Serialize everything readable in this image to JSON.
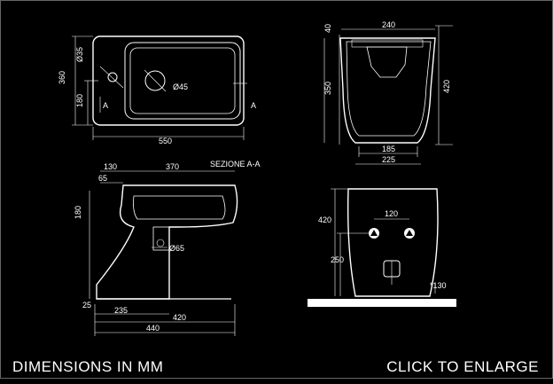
{
  "labels": {
    "caption_left": "DIMENSIONS IN MM",
    "caption_right": "CLICK TO ENLARGE",
    "section_title": "SEZIONE A-A"
  },
  "top_view": {
    "d1": "Ø35",
    "d2": "Ø45",
    "h_total": "360",
    "h_half": "180",
    "width": "550",
    "section_left": "A",
    "section_right": "A"
  },
  "front_view": {
    "top_width": "240",
    "top_offset": "40",
    "height_inner": "350",
    "height_total": "420",
    "bottom_inner": "185",
    "bottom_outer": "225"
  },
  "section_view": {
    "w1": "130",
    "w2": "370",
    "w3": "65",
    "h1": "180",
    "d3": "Ø65",
    "b1": "25",
    "b2": "235",
    "b3": "420",
    "b4": "440"
  },
  "rear_view": {
    "height": "420",
    "spacing": "120",
    "height_fix": "250",
    "outlet": "*130"
  }
}
